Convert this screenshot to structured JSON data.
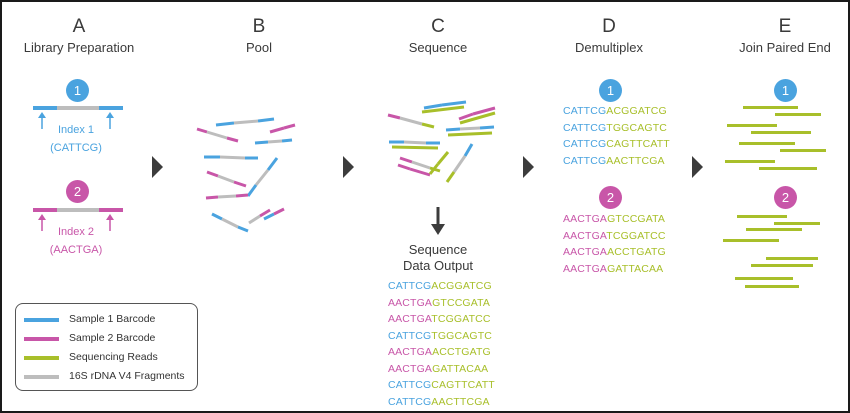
{
  "colors": {
    "blue": "#4aa3df",
    "magenta": "#c856a8",
    "green": "#a8bf2a",
    "gray": "#bdbdbd",
    "arrow": "#3c3c3c",
    "text": "#3a3a3a"
  },
  "steps": [
    {
      "letter": "A",
      "title": "Library Preparation"
    },
    {
      "letter": "B",
      "title": "Pool"
    },
    {
      "letter": "C",
      "title": "Sequence"
    },
    {
      "letter": "D",
      "title": "Demultiplex"
    },
    {
      "letter": "E",
      "title": "Join Paired End"
    }
  ],
  "library": {
    "sample1": {
      "badge": "1",
      "index_label": "Index 1",
      "index_seq": "(CATTCG)"
    },
    "sample2": {
      "badge": "2",
      "index_label": "Index 2",
      "index_seq": "(AACTGA)"
    }
  },
  "sequence_output": {
    "title_line1": "Sequence",
    "title_line2": "Data Output",
    "rows": [
      {
        "barcode": "CATTCG",
        "read": "ACGGATCG",
        "sample": 1
      },
      {
        "barcode": "AACTGA",
        "read": "GTCCGATA",
        "sample": 2
      },
      {
        "barcode": "AACTGA",
        "read": "TCGGATCC",
        "sample": 2
      },
      {
        "barcode": "CATTCG",
        "read": "TGGCAGTC",
        "sample": 1
      },
      {
        "barcode": "AACTGA",
        "read": "ACCTGATG",
        "sample": 2
      },
      {
        "barcode": "AACTGA",
        "read": "GATTACAA",
        "sample": 2
      },
      {
        "barcode": "CATTCG",
        "read": "CAGTTCATT",
        "sample": 1
      },
      {
        "barcode": "CATTCG",
        "read": "AACTTCGA",
        "sample": 1
      }
    ]
  },
  "demultiplex": {
    "sample1": {
      "badge": "1",
      "rows": [
        {
          "barcode": "CATTCG",
          "read": "ACGGATCG"
        },
        {
          "barcode": "CATTCG",
          "read": "TGGCAGTC"
        },
        {
          "barcode": "CATTCG",
          "read": "CAGTTCATT"
        },
        {
          "barcode": "CATTCG",
          "read": "AACTTCGA"
        }
      ]
    },
    "sample2": {
      "badge": "2",
      "rows": [
        {
          "barcode": "AACTGA",
          "read": "GTCCGATA"
        },
        {
          "barcode": "AACTGA",
          "read": "TCGGATCC"
        },
        {
          "barcode": "AACTGA",
          "read": "ACCTGATG"
        },
        {
          "barcode": "AACTGA",
          "read": "GATTACAA"
        }
      ]
    }
  },
  "join": {
    "badge1": "1",
    "badge2": "2"
  },
  "legend": [
    {
      "label": "Sample 1 Barcode",
      "color": "#4aa3df"
    },
    {
      "label": "Sample 2 Barcode",
      "color": "#c856a8"
    },
    {
      "label": "Sequencing Reads",
      "color": "#a8bf2a"
    },
    {
      "label": "16S rDNA V4 Fragments",
      "color": "#bdbdbd"
    }
  ]
}
